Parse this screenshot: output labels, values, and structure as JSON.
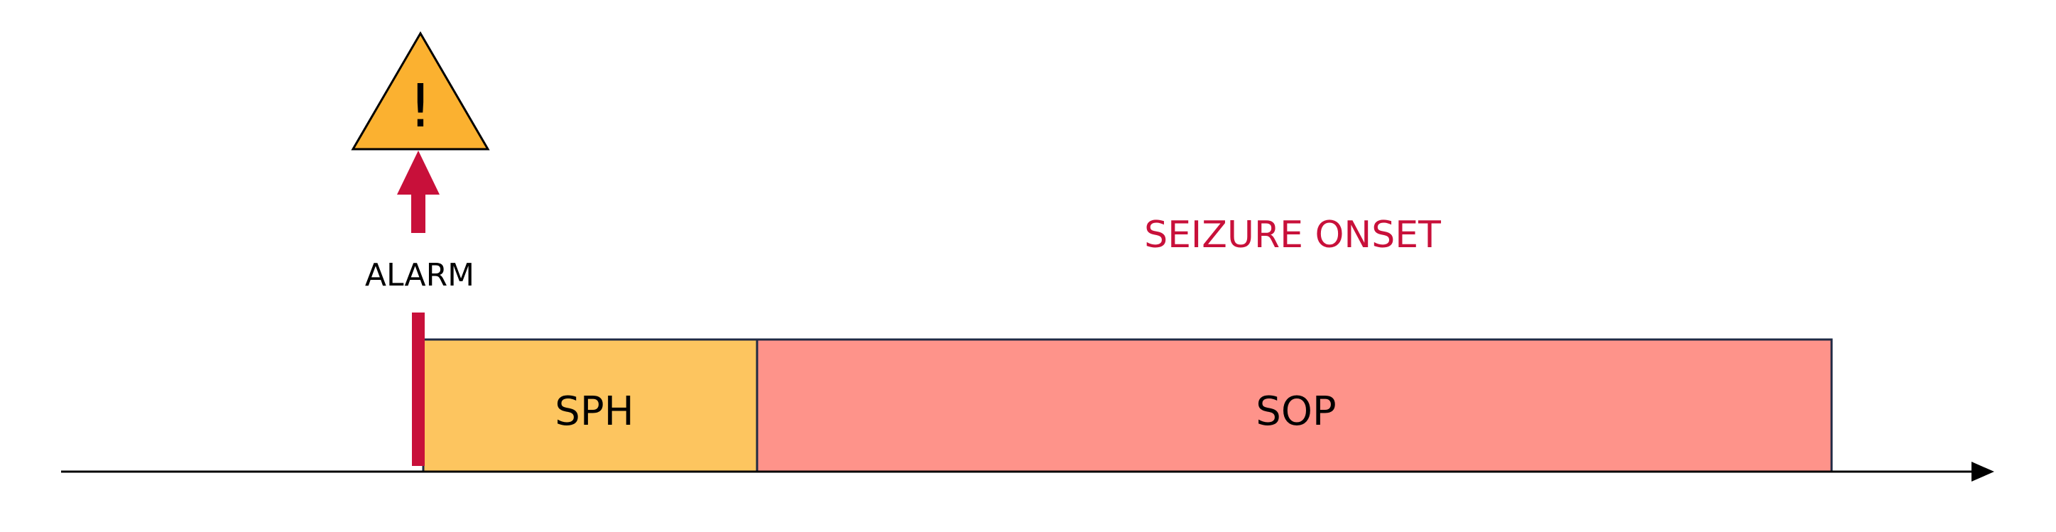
{
  "diagram": {
    "alarm": {
      "label": "ALARM",
      "warning_glyph": "!",
      "icon": "warning-triangle-icon",
      "arrow_icon": "up-arrow-icon"
    },
    "seizure_onset_label": "SEIZURE ONSET",
    "segments": [
      {
        "label": "SPH",
        "color": "#fdc55f"
      },
      {
        "label": "SOP",
        "color": "#fe938a"
      }
    ],
    "colors": {
      "alarm_marker": "#c8103a",
      "onset_text": "#c8103a",
      "warning_fill": "#fbb130",
      "axis": "#000000"
    }
  }
}
